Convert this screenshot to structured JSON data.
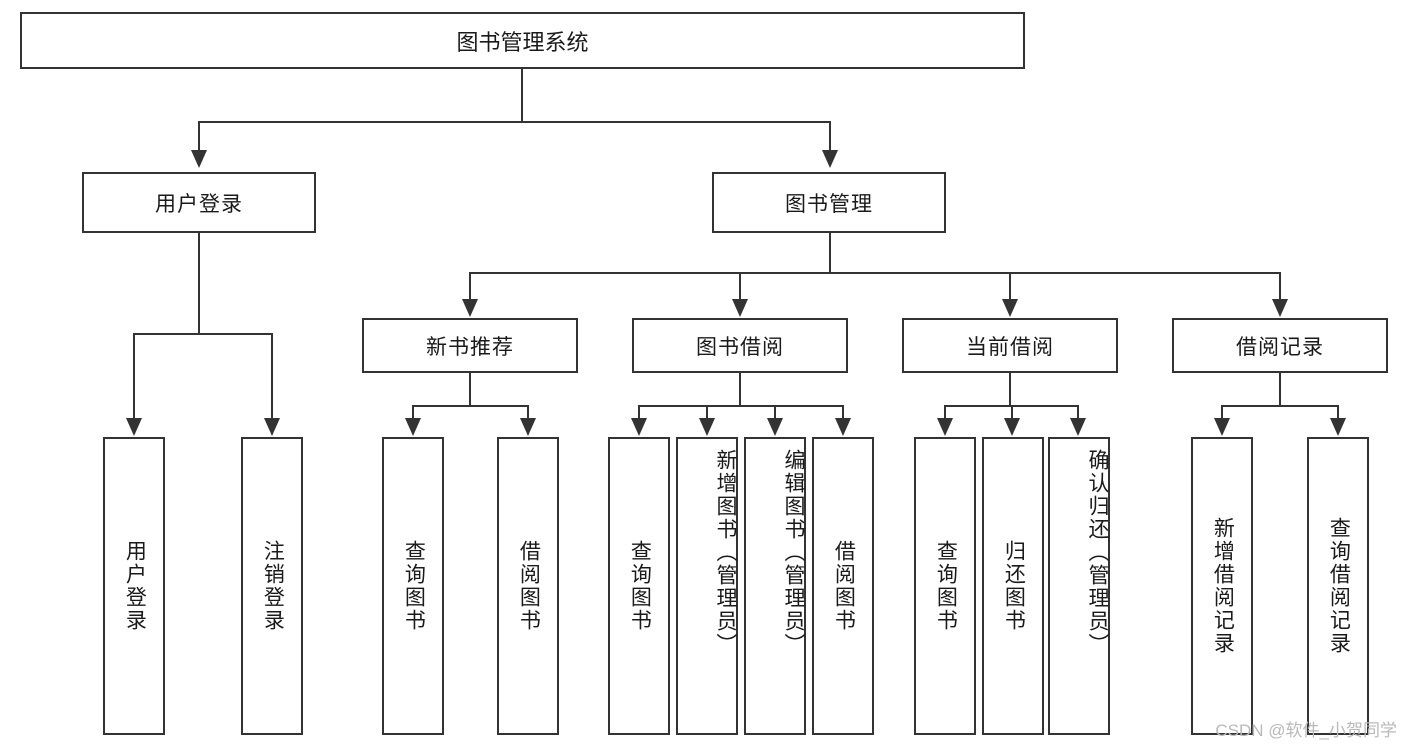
{
  "diagram": {
    "type": "tree-hierarchy-chart",
    "title": "图书管理系统",
    "root": {
      "label": "图书管理系统"
    },
    "level1": [
      {
        "id": "user-login",
        "label": "用户登录"
      },
      {
        "id": "book-management",
        "label": "图书管理"
      }
    ],
    "level2": [
      {
        "id": "new-book-recommend",
        "label": "新书推荐",
        "parent": "book-management"
      },
      {
        "id": "book-borrow",
        "label": "图书借阅",
        "parent": "book-management"
      },
      {
        "id": "current-borrow",
        "label": "当前借阅",
        "parent": "book-management"
      },
      {
        "id": "borrow-record",
        "label": "借阅记录",
        "parent": "book-management"
      }
    ],
    "leaves": {
      "user-login": [
        {
          "id": "leaf-user-login",
          "label": "用户登录"
        },
        {
          "id": "leaf-user-logout",
          "label": "注销登录"
        }
      ],
      "new-book-recommend": [
        {
          "id": "leaf-query-book-1",
          "label": "查询图书"
        },
        {
          "id": "leaf-borrow-book-1",
          "label": "借阅图书"
        }
      ],
      "book-borrow": [
        {
          "id": "leaf-query-book-2",
          "label": "查询图书"
        },
        {
          "id": "leaf-add-book-admin",
          "label": "新增图书（管理员）"
        },
        {
          "id": "leaf-edit-book-admin",
          "label": "编辑图书（管理员）"
        },
        {
          "id": "leaf-borrow-book-2",
          "label": "借阅图书"
        }
      ],
      "current-borrow": [
        {
          "id": "leaf-query-book-3",
          "label": "查询图书"
        },
        {
          "id": "leaf-return-book",
          "label": "归还图书"
        },
        {
          "id": "leaf-confirm-return-admin",
          "label": "确认归还（管理员）"
        }
      ],
      "borrow-record": [
        {
          "id": "leaf-add-borrow-record",
          "label": "新增借阅记录"
        },
        {
          "id": "leaf-query-borrow-record",
          "label": "查询借阅记录"
        }
      ]
    }
  },
  "watermark": {
    "text": "CSDN @软件_小贺同学"
  },
  "colors": {
    "stroke": "#333333",
    "background": "#ffffff",
    "text": "#1a1a1a",
    "watermark": "#b9b9b9"
  }
}
